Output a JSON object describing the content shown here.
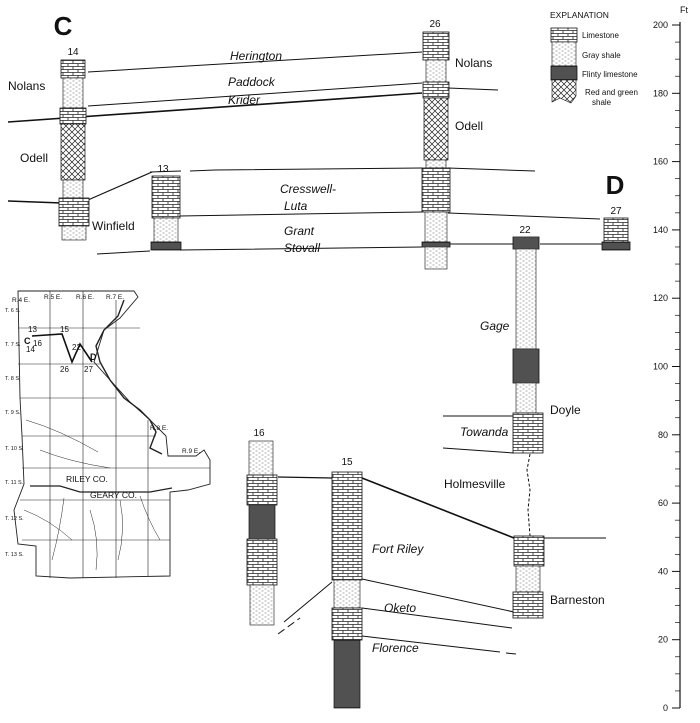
{
  "section_letters": {
    "left": "C",
    "right": "D"
  },
  "columns": [
    {
      "id": "14"
    },
    {
      "id": "26"
    },
    {
      "id": "13"
    },
    {
      "id": "27"
    },
    {
      "id": "22"
    },
    {
      "id": "16"
    },
    {
      "id": "15"
    }
  ],
  "unit_labels": {
    "herington": "Herington",
    "paddock": "Paddock",
    "krider": "Krider",
    "cresswell": "Cresswell-",
    "luta": "Luta",
    "grant": "Grant",
    "stovall": "Stovall",
    "gage": "Gage",
    "towanda": "Towanda",
    "fort_riley": "Fort Riley",
    "oketo": "Oketo",
    "florence": "Florence"
  },
  "member_labels": {
    "nolans_left": "Nolans",
    "odell_left": "Odell",
    "winfield": "Winfield",
    "nolans_right": "Nolans",
    "odell_right": "Odell",
    "doyle": "Doyle",
    "holmesville": "Holmesville",
    "barneston": "Barneston"
  },
  "explanation": {
    "title": "EXPLANATION",
    "items": [
      "Limestone",
      "Gray shale",
      "Flinty limestone",
      "Red and green",
      "shale"
    ]
  },
  "scale": {
    "unit": "Ft",
    "ticks": [
      "200",
      "180",
      "160",
      "140",
      "120",
      "100",
      "80",
      "60",
      "40",
      "20",
      "0"
    ]
  },
  "map": {
    "ranges": [
      "R.4 E.",
      "R.5 E.",
      "R.6 E.",
      "R.7 E.",
      "R.8 E.",
      "R.9 E."
    ],
    "townships": [
      "T. 6 S.",
      "T. 7 S.",
      "T. 8 S.",
      "T. 9 S.",
      "T. 10 S.",
      "T. 11 S.",
      "T. 12 S.",
      "T. 13 S."
    ],
    "county_riley": "RILEY CO.",
    "county_geary": "GEARY CO.",
    "pts": {
      "p13": "13",
      "p15": "15",
      "pc": "C",
      "p16": "16",
      "p14": "14",
      "p22": "22",
      "p26": "26",
      "p27": "27",
      "pd": "D"
    }
  }
}
